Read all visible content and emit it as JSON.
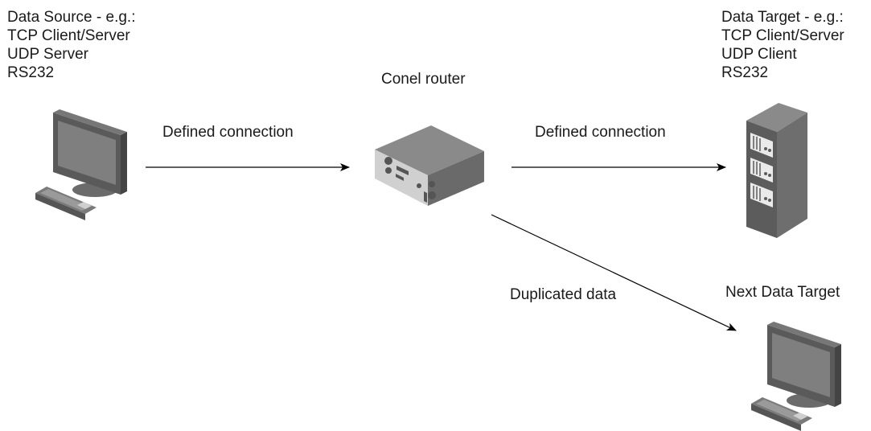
{
  "data_source": {
    "lines": [
      "Data Source - e.g.:",
      "TCP Client/Server",
      "UDP Server",
      "RS232"
    ],
    "icon": "desktop-computer-icon"
  },
  "data_target": {
    "lines": [
      "Data Target - e.g.:",
      "TCP Client/Server",
      "UDP Client",
      "RS232"
    ],
    "icon": "server-rack-icon"
  },
  "router": {
    "label": "Conel router",
    "icon": "router-icon"
  },
  "next_target": {
    "label": "Next Data Target",
    "icon": "desktop-computer-icon"
  },
  "connections": {
    "source_to_router": "Defined connection",
    "router_to_target": "Defined connection",
    "router_to_next": "Duplicated data"
  },
  "colors": {
    "icon_dark": "#5f5f5f",
    "icon_mid": "#8a8a8a",
    "icon_light": "#c9c9c9",
    "screen": "#7a7a7a",
    "arrow": "#000000"
  }
}
